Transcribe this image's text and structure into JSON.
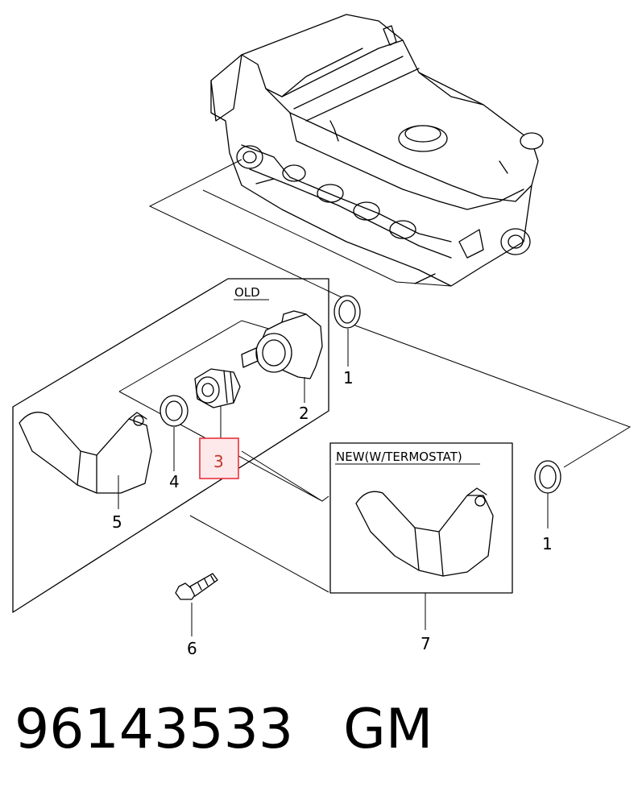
{
  "box_labels": {
    "old": "OLD",
    "new": "NEW(W/TERMOSTAT)"
  },
  "callouts": [
    {
      "id": "1a",
      "label": "1"
    },
    {
      "id": "2",
      "label": "2"
    },
    {
      "id": "3",
      "label": "3"
    },
    {
      "id": "4",
      "label": "4"
    },
    {
      "id": "5",
      "label": "5"
    },
    {
      "id": "6",
      "label": "6"
    },
    {
      "id": "7",
      "label": "7"
    },
    {
      "id": "1b",
      "label": "1"
    }
  ],
  "highlight": {
    "callout": "3",
    "color": "#e8323c",
    "fill": "#fde8ea"
  },
  "footer": {
    "part_number": "96143533",
    "brand": "GM"
  }
}
